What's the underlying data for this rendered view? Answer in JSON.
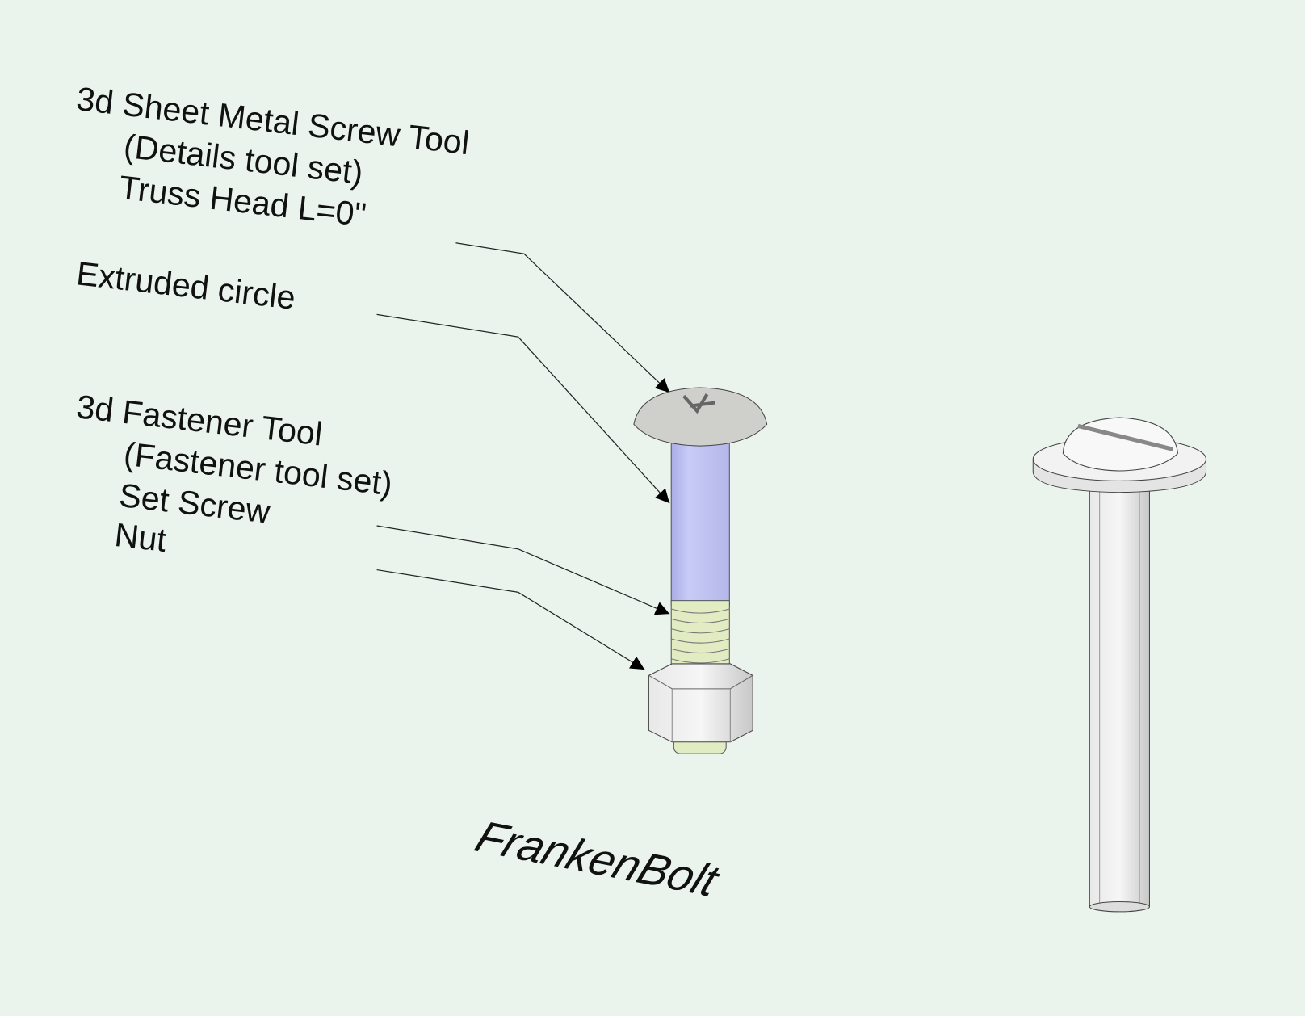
{
  "labels": {
    "sheet_metal": {
      "line1": "3d Sheet Metal Screw Tool",
      "line2": "(Details tool set)",
      "line3": "Truss Head  L=0\""
    },
    "extruded": "Extruded circle",
    "fastener": {
      "line1": "3d Fastener Tool",
      "line2": "(Fastener tool set)",
      "line3": "Set Screw",
      "line4": "Nut"
    }
  },
  "title": "FrankenBolt",
  "colors": {
    "background": "#eaf4ec",
    "shaft": "#c3c6f2",
    "thread": "#e2ecc2",
    "metal": "#d8d8d8"
  }
}
